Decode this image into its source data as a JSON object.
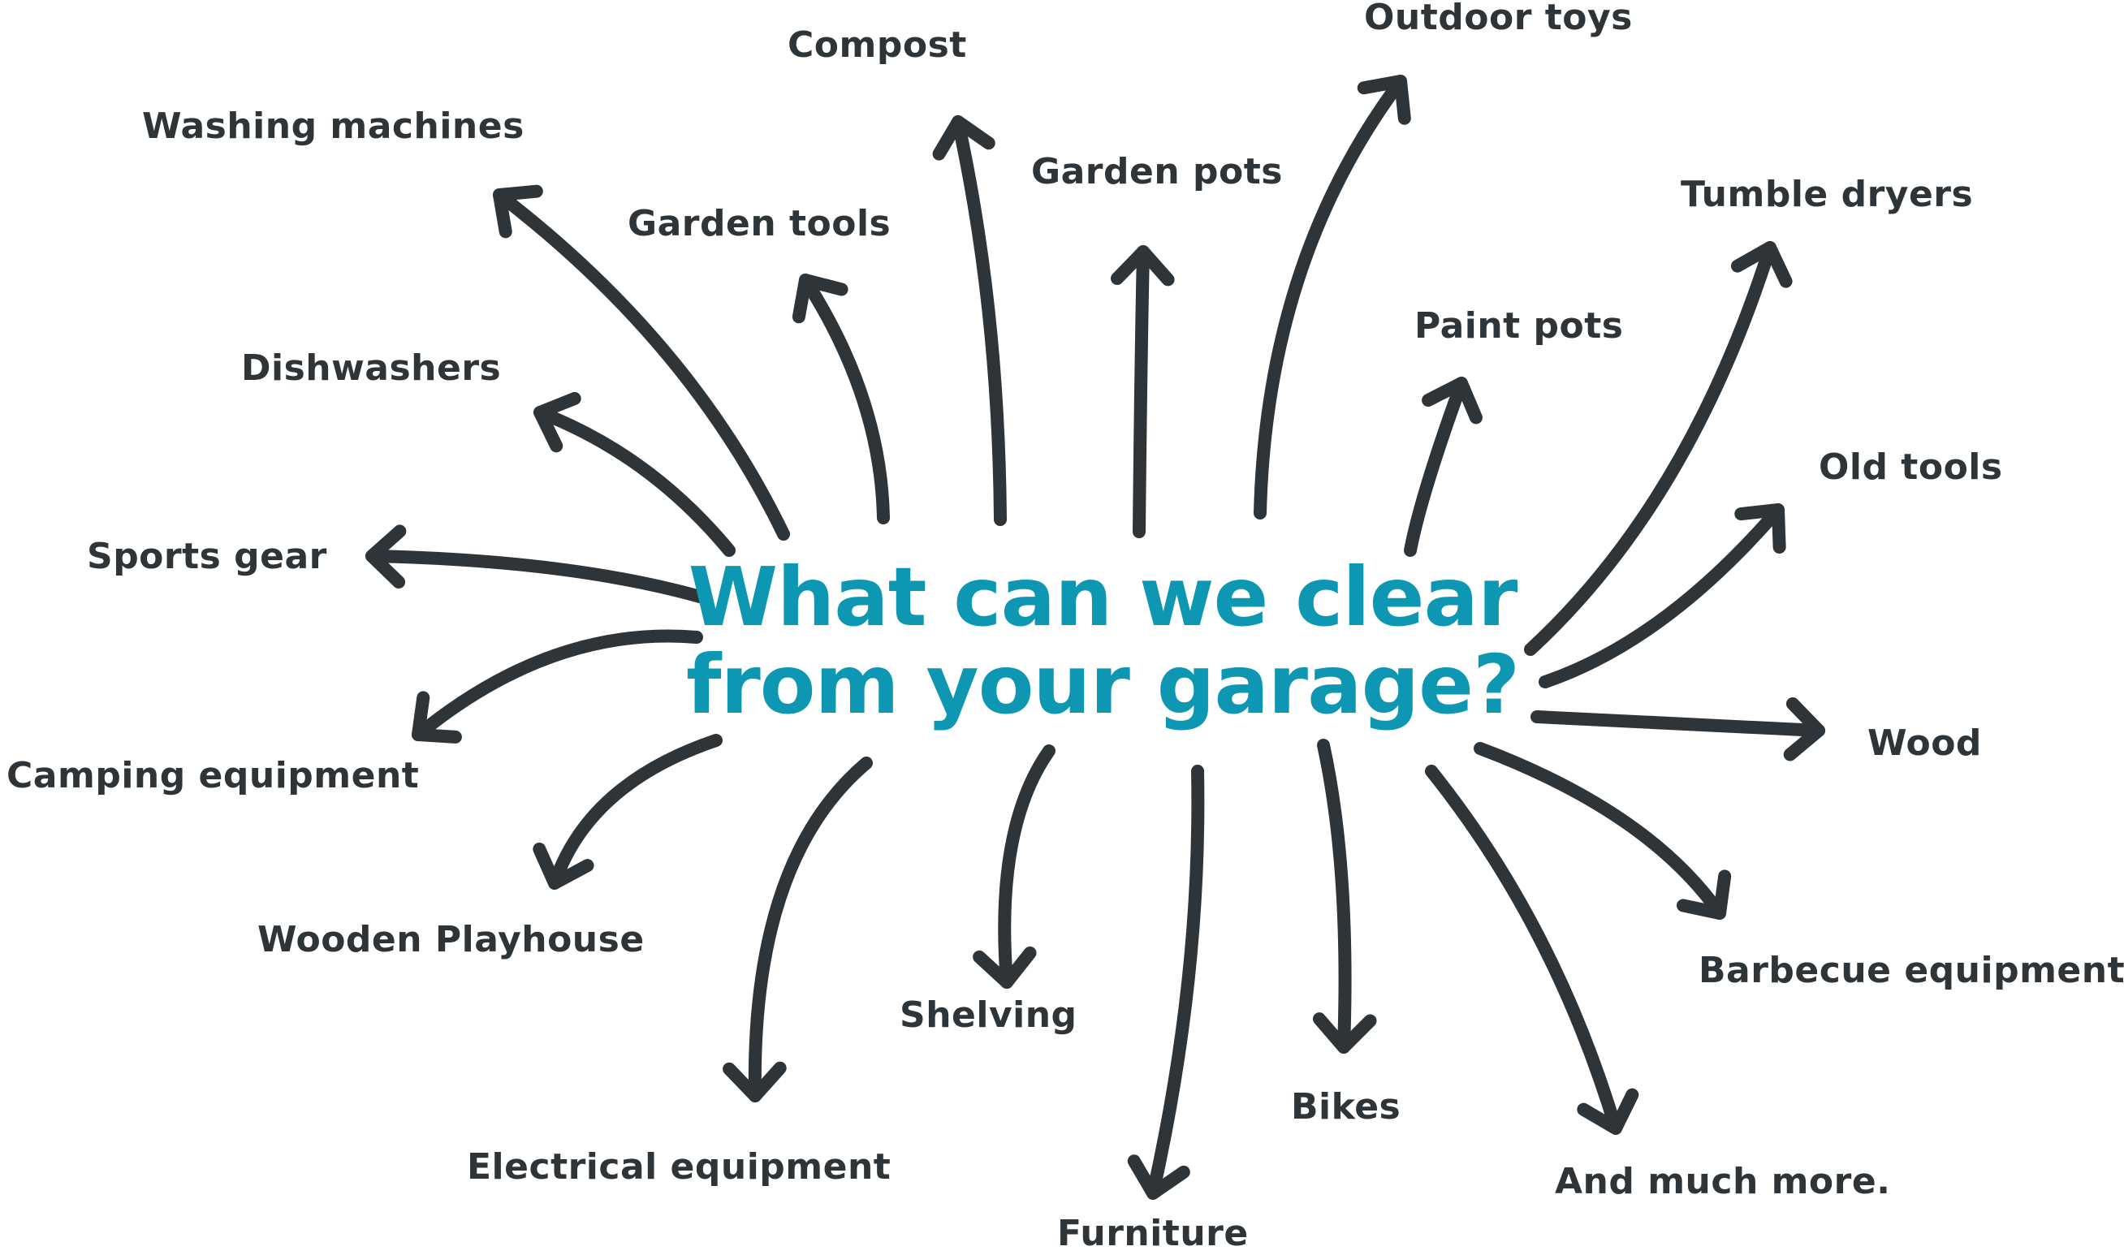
{
  "colors": {
    "title": "#0e97b2",
    "ink": "#2e3437"
  },
  "title": {
    "line1": "What can we clear",
    "line2": "from your garage?"
  },
  "items": [
    "Compost",
    "Outdoor toys",
    "Washing machines",
    "Garden pots",
    "Tumble dryers",
    "Garden tools",
    "Dishwashers",
    "Paint pots",
    "Old tools",
    "Sports gear",
    "Camping equipment",
    "Wood",
    "Wooden Playhouse",
    "Barbecue equipment",
    "Shelving",
    "Bikes",
    "Electrical equipment",
    "And much more.",
    "Furniture"
  ]
}
